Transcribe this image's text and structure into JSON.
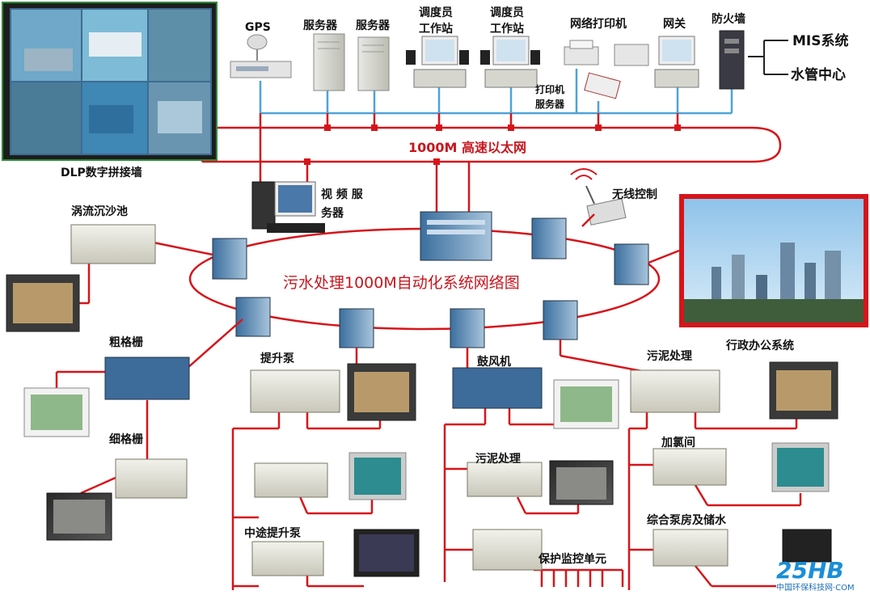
{
  "title": "污水处理1000M自动化系统网络图",
  "backbone_label": "1000M 高速以太网",
  "top_devices": {
    "gps": "GPS",
    "server1": "服务器",
    "server2": "服务器",
    "dispatcher1_line1": "调度员",
    "dispatcher1_line2": "工作站",
    "dispatcher2_line1": "调度员",
    "dispatcher2_line2": "工作站",
    "network_printer": "网络打印机",
    "gateway": "网关",
    "firewall": "防火墙",
    "print_server_line1": "打印机",
    "print_server_line2": "服务器",
    "mis": "MIS系统",
    "water_center": "水管中心"
  },
  "dlp_wall": "DLP数字拼接墙",
  "video_server_line1": "视 频 服",
  "video_server_line2": "务器",
  "wireless_control": "无线控制",
  "admin_office": "行政办公系统",
  "areas": {
    "grit_chamber": "涡流沉沙池",
    "coarse_screen": "粗格栅",
    "fine_screen": "细格栅",
    "lift_pump": "提升泵",
    "blower": "鼓风机",
    "sludge1": "污泥处理",
    "sludge2": "污泥处理",
    "chlorine_room": "加氯间",
    "mid_lift_pump": "中途提升泵",
    "protection_unit": "保护监控单元",
    "pump_storage": "综合泵房及储水"
  },
  "watermark": {
    "logo": "25HB",
    "text": "中国环保科技网·COM"
  },
  "colors": {
    "network_red": "#d7141a",
    "blue_bus": "#4ea3d8",
    "title_red": "#c8161d"
  }
}
